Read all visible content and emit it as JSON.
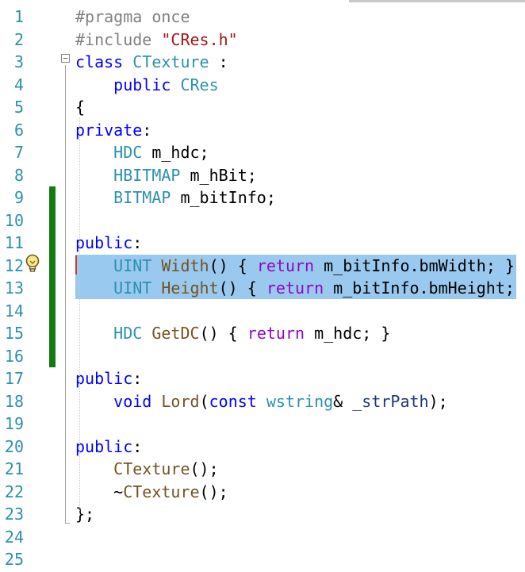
{
  "editor": {
    "lines": [
      {
        "num": "1",
        "tokens": [
          [
            "pp",
            "#pragma once"
          ]
        ]
      },
      {
        "num": "2",
        "tokens": [
          [
            "pp",
            "#include "
          ],
          [
            "str",
            "\"CRes.h\""
          ]
        ]
      },
      {
        "num": "3",
        "tokens": [
          [
            "kw",
            "class"
          ],
          [
            "id",
            " "
          ],
          [
            "ty",
            "CTexture"
          ],
          [
            "id",
            " :"
          ]
        ]
      },
      {
        "num": "4",
        "tokens": [
          [
            "id",
            "    "
          ],
          [
            "kw",
            "public"
          ],
          [
            "id",
            " "
          ],
          [
            "ty",
            "CRes"
          ]
        ]
      },
      {
        "num": "5",
        "tokens": [
          [
            "id",
            "{"
          ]
        ]
      },
      {
        "num": "6",
        "tokens": [
          [
            "kw",
            "private"
          ],
          [
            "id",
            ":"
          ]
        ]
      },
      {
        "num": "7",
        "tokens": [
          [
            "id",
            "    "
          ],
          [
            "ty",
            "HDC"
          ],
          [
            "id",
            " m_hdc;"
          ]
        ]
      },
      {
        "num": "8",
        "tokens": [
          [
            "id",
            "    "
          ],
          [
            "ty",
            "HBITMAP"
          ],
          [
            "id",
            " m_hBit;"
          ]
        ]
      },
      {
        "num": "9",
        "tokens": [
          [
            "id",
            "    "
          ],
          [
            "ty",
            "BITMAP"
          ],
          [
            "id",
            " m_bitInfo;"
          ]
        ]
      },
      {
        "num": "10",
        "tokens": []
      },
      {
        "num": "11",
        "tokens": [
          [
            "kw",
            "public"
          ],
          [
            "id",
            ":"
          ]
        ]
      },
      {
        "num": "12",
        "tokens": [
          [
            "id",
            "    "
          ],
          [
            "ty",
            "UINT"
          ],
          [
            "id",
            " "
          ],
          [
            "fn",
            "Width"
          ],
          [
            "id",
            "() { "
          ],
          [
            "kw2",
            "return"
          ],
          [
            "id",
            " m_bitInfo.bmWidth; }"
          ]
        ]
      },
      {
        "num": "13",
        "tokens": [
          [
            "id",
            "    "
          ],
          [
            "ty",
            "UINT"
          ],
          [
            "id",
            " "
          ],
          [
            "fn",
            "Height"
          ],
          [
            "id",
            "() { "
          ],
          [
            "kw2",
            "return"
          ],
          [
            "id",
            " m_bitInfo.bmHeight; }"
          ]
        ]
      },
      {
        "num": "14",
        "tokens": []
      },
      {
        "num": "15",
        "tokens": [
          [
            "id",
            "    "
          ],
          [
            "ty",
            "HDC"
          ],
          [
            "id",
            " "
          ],
          [
            "fn",
            "GetDC"
          ],
          [
            "id",
            "() { "
          ],
          [
            "kw2",
            "return"
          ],
          [
            "id",
            " m_hdc; }"
          ]
        ]
      },
      {
        "num": "16",
        "tokens": []
      },
      {
        "num": "17",
        "tokens": [
          [
            "kw",
            "public"
          ],
          [
            "id",
            ":"
          ]
        ]
      },
      {
        "num": "18",
        "tokens": [
          [
            "id",
            "    "
          ],
          [
            "kw",
            "void"
          ],
          [
            "id",
            " "
          ],
          [
            "fn",
            "Lord"
          ],
          [
            "id",
            "("
          ],
          [
            "kw",
            "const"
          ],
          [
            "id",
            " "
          ],
          [
            "ty",
            "wstring"
          ],
          [
            "id",
            "& "
          ],
          [
            "par",
            "_strPath"
          ],
          [
            "id",
            ");"
          ]
        ]
      },
      {
        "num": "19",
        "tokens": []
      },
      {
        "num": "20",
        "tokens": [
          [
            "kw",
            "public"
          ],
          [
            "id",
            ":"
          ]
        ]
      },
      {
        "num": "21",
        "tokens": [
          [
            "id",
            "    "
          ],
          [
            "fn",
            "CTexture"
          ],
          [
            "id",
            "();"
          ]
        ]
      },
      {
        "num": "22",
        "tokens": [
          [
            "id",
            "    ~"
          ],
          [
            "fn",
            "CTexture"
          ],
          [
            "id",
            "();"
          ]
        ]
      },
      {
        "num": "23",
        "tokens": [
          [
            "id",
            "};"
          ]
        ]
      },
      {
        "num": "24",
        "tokens": []
      },
      {
        "num": "25",
        "tokens": []
      }
    ],
    "selected_lines": [
      12,
      13
    ],
    "changed_lines": [
      9,
      16
    ],
    "cursor_line": 12,
    "collapse_glyph": "−",
    "colors": {
      "keyword": "#0000ff",
      "control_keyword": "#8f08c4",
      "type": "#2b91af",
      "preprocessor": "#808080",
      "string": "#a31515",
      "function": "#74531f",
      "parameter": "#1f377f",
      "line_number": "#2b91af",
      "selection": "#99c9ef",
      "change_bar": "#107c10"
    },
    "icons": {
      "quick_action": "lightbulb-icon",
      "collapse": "collapse-minus-icon"
    }
  }
}
